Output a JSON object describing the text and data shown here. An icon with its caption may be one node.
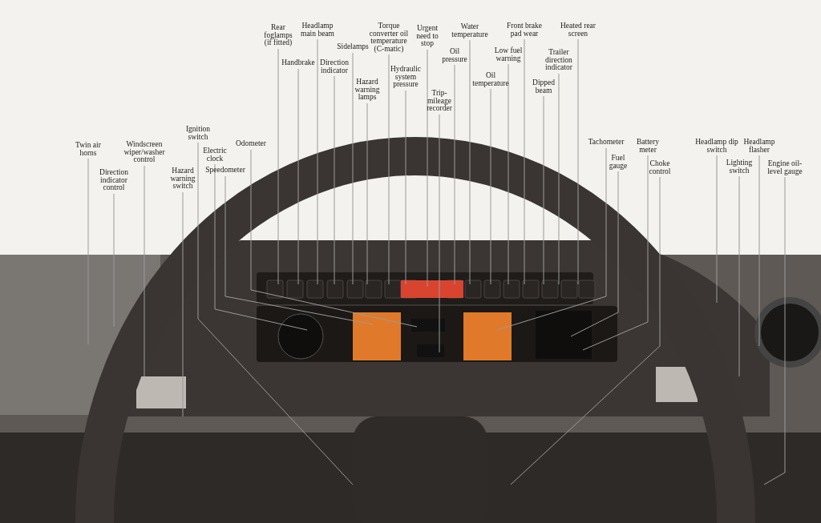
{
  "diagram": {
    "nodes": [
      {
        "text": [
          "Twin air horns"
        ]
      },
      {
        "text": [
          "Direction indicator control"
        ]
      },
      {
        "text": [
          "Windscreen wiper/washer control"
        ]
      },
      {
        "text": [
          "Hazard warning switch"
        ]
      },
      {
        "text": [
          "Ignition switch"
        ]
      },
      {
        "text": [
          "Electric clock"
        ]
      },
      {
        "text": [
          "Speedometer"
        ]
      },
      {
        "text": [
          "Odometer"
        ]
      },
      {
        "text": [
          "Rear foglamps (if fitted)"
        ]
      },
      {
        "text": [
          "Handbrake"
        ]
      },
      {
        "text": [
          "Headlamp main beam"
        ]
      },
      {
        "text": [
          "Direction indicator"
        ]
      },
      {
        "text": [
          "Sidelamps"
        ]
      },
      {
        "text": [
          "Hazard warning lamps"
        ]
      },
      {
        "text": [
          "Torque converter oil temperature (C-matic)"
        ]
      },
      {
        "text": [
          "Hydraulic system pressure"
        ]
      },
      {
        "text": [
          "Urgent need to stop"
        ]
      },
      {
        "text": [
          "Trip-mileage recorder"
        ]
      },
      {
        "text": [
          "Oil pressure"
        ]
      },
      {
        "text": [
          "Water temperature"
        ]
      },
      {
        "text": [
          "Oil temperature"
        ]
      },
      {
        "text": [
          "Low fuel warning"
        ]
      },
      {
        "text": [
          "Front brake pad wear"
        ]
      },
      {
        "text": [
          "Dipped beam"
        ]
      },
      {
        "text": [
          "Trailer direction indicator"
        ]
      },
      {
        "text": [
          "Heated rear screen"
        ]
      },
      {
        "text": [
          "Tachometer"
        ]
      },
      {
        "text": [
          "Fuel gauge"
        ]
      },
      {
        "text": [
          "Battery meter"
        ]
      },
      {
        "text": [
          "Choke control"
        ]
      },
      {
        "text": [
          "Headlamp dip switch"
        ]
      },
      {
        "text": [
          "Lighting switch"
        ]
      },
      {
        "text": [
          "Headlamp flasher"
        ]
      },
      {
        "text": [
          "Engine oil-level gauge"
        ]
      }
    ],
    "edges": [
      {
        "from": 0,
        "to": null,
        "arrow": "none"
      },
      {
        "from": 1,
        "to": null,
        "arrow": "none"
      },
      {
        "from": 2,
        "to": null,
        "arrow": "none"
      },
      {
        "from": 3,
        "to": null,
        "arrow": "none"
      },
      {
        "from": 4,
        "to": null,
        "arrow": "none"
      },
      {
        "from": 5,
        "to": null,
        "arrow": "none"
      },
      {
        "from": 6,
        "to": null,
        "arrow": "none"
      },
      {
        "from": 7,
        "to": null,
        "arrow": "none"
      },
      {
        "from": 8,
        "to": null,
        "arrow": "none"
      },
      {
        "from": 9,
        "to": null,
        "arrow": "none"
      },
      {
        "from": 10,
        "to": null,
        "arrow": "none"
      },
      {
        "from": 11,
        "to": null,
        "arrow": "none"
      },
      {
        "from": 12,
        "to": null,
        "arrow": "none"
      },
      {
        "from": 13,
        "to": null,
        "arrow": "none"
      },
      {
        "from": 14,
        "to": null,
        "arrow": "none"
      },
      {
        "from": 15,
        "to": null,
        "arrow": "none"
      },
      {
        "from": 16,
        "to": null,
        "arrow": "none"
      },
      {
        "from": 17,
        "to": null,
        "arrow": "none"
      },
      {
        "from": 18,
        "to": null,
        "arrow": "none"
      },
      {
        "from": 19,
        "to": null,
        "arrow": "none"
      },
      {
        "from": 20,
        "to": null,
        "arrow": "none"
      },
      {
        "from": 21,
        "to": null,
        "arrow": "none"
      },
      {
        "from": 22,
        "to": null,
        "arrow": "none"
      },
      {
        "from": 23,
        "to": null,
        "arrow": "none"
      },
      {
        "from": 24,
        "to": null,
        "arrow": "none"
      },
      {
        "from": 25,
        "to": null,
        "arrow": "none"
      },
      {
        "from": 26,
        "to": null,
        "arrow": "none"
      },
      {
        "from": 27,
        "to": null,
        "arrow": "none"
      },
      {
        "from": 28,
        "to": null,
        "arrow": "none"
      },
      {
        "from": 29,
        "to": null,
        "arrow": "none"
      },
      {
        "from": 30,
        "to": null,
        "arrow": "none"
      },
      {
        "from": 31,
        "to": null,
        "arrow": "none"
      },
      {
        "from": 32,
        "to": null,
        "arrow": "none"
      },
      {
        "from": 33,
        "to": null,
        "arrow": "none"
      }
    ]
  }
}
